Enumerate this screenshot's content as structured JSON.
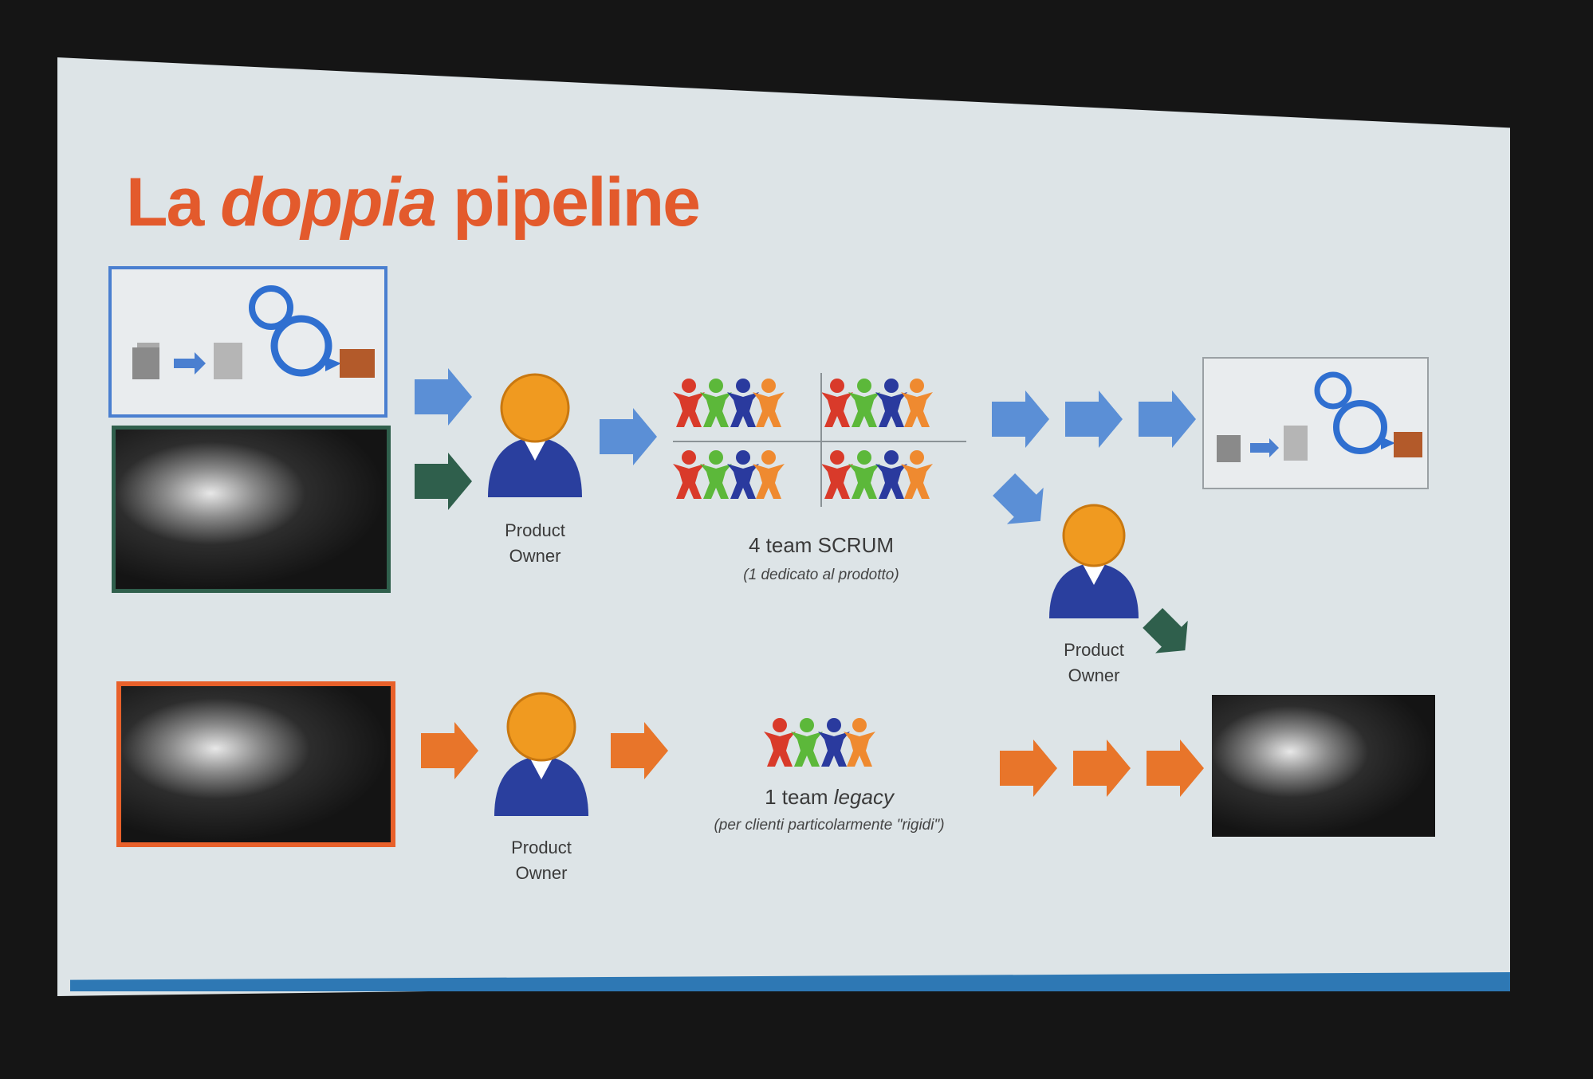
{
  "title": {
    "pre": "La ",
    "italic": "doppia",
    "post": " pipeline"
  },
  "product_owner_label": "Product Owner",
  "scrum": {
    "label": "4 team SCRUM",
    "sub": "(1 dedicato al prodotto)"
  },
  "legacy": {
    "label_pre": "1 team ",
    "label_italic": "legacy",
    "sub": "(per clienti particolarmente \"rigidi\")"
  },
  "colors": {
    "title": "#e35a2c",
    "blue_arrow": "#5b8fd6",
    "green_arrow": "#2f5f4c",
    "orange_arrow": "#e8752a",
    "person_head": "#f09a20",
    "person_body": "#2a3f9e",
    "kid_red": "#d93a2a",
    "kid_green": "#5cb83a",
    "kid_blue": "#2a3a9e",
    "kid_orange": "#ef8a30",
    "box_blue": "#4a7fd0",
    "box_green": "#2f5f4c",
    "box_orange": "#e8602a",
    "bottom_stripe": "#2e78b4"
  },
  "icons": [
    "person-icon",
    "people-group-icon",
    "waterfall-photo",
    "agile-process-diagram",
    "arrow-icon"
  ]
}
